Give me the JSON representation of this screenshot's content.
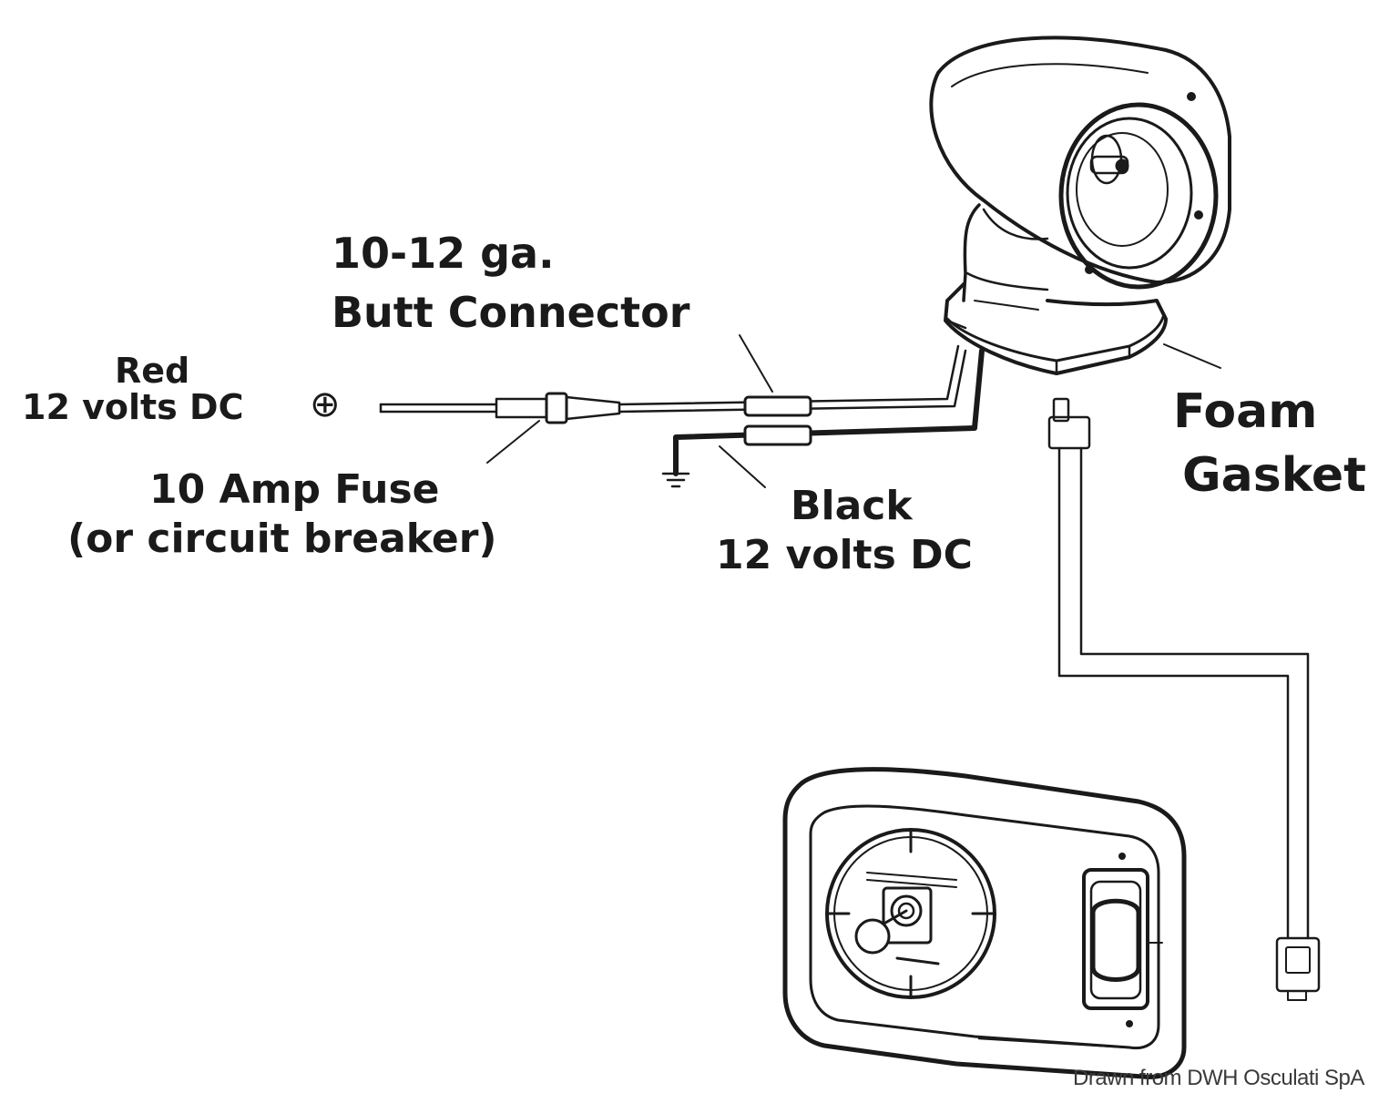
{
  "labels": {
    "butt_connector": [
      "10-12 ga.",
      "Butt Connector"
    ],
    "red_wire": [
      "Red",
      "12 volts DC"
    ],
    "positive_symbol": "⊕",
    "fuse": [
      "10 Amp Fuse",
      "(or circuit breaker)"
    ],
    "black_wire": [
      "Black",
      "12 volts DC"
    ],
    "gasket": [
      "Foam",
      "Gasket"
    ]
  },
  "credit": "Drawn from DWH Osculati SpA",
  "colors": {
    "line": "#1a1a1a",
    "background": "#ffffff",
    "credit_text": "#3a3a3a"
  }
}
